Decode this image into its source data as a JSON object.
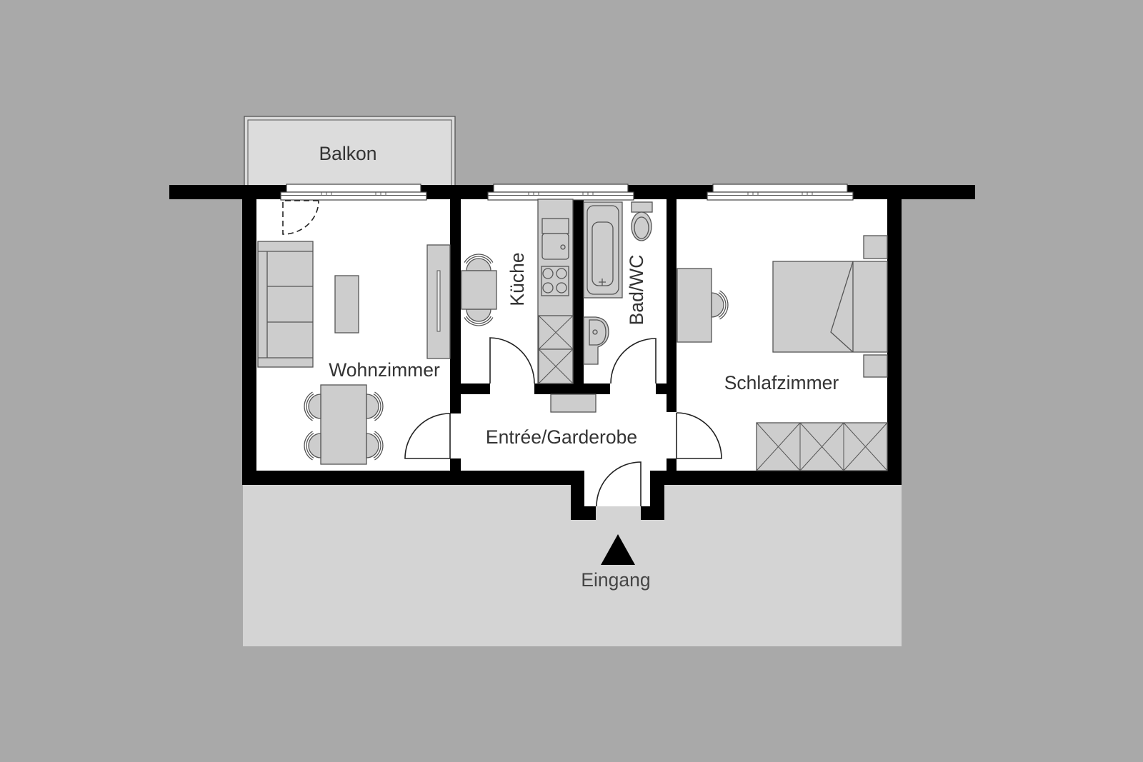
{
  "plan": {
    "type": "apartment floor plan",
    "rooms": {
      "balkon": {
        "label": "Balkon"
      },
      "wohnzimmer": {
        "label": "Wohnzimmer"
      },
      "kueche": {
        "label": "Küche"
      },
      "bad": {
        "label": "Bad/WC"
      },
      "schlafzimmer": {
        "label": "Schlafzimmer"
      },
      "entree": {
        "label": "Entrée/Garderobe"
      }
    },
    "entrance": {
      "label": "Eingang",
      "icon": "triangle-up-arrow-icon"
    }
  },
  "colors": {
    "background": "#a9a9a9",
    "exterior_ground": "#d4d4d4",
    "balcony": "#dcdcdc",
    "walls": "#000000",
    "floor": "#ffffff",
    "furniture": "#cdcdcd",
    "furniture_outline": "#555555",
    "text": "#333333"
  }
}
